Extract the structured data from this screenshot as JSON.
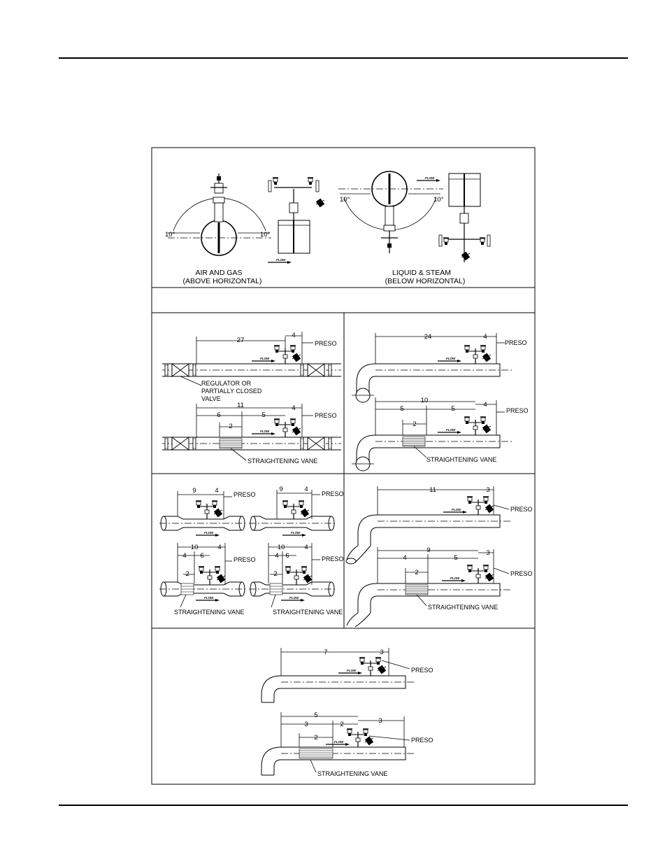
{
  "top_view": {
    "left_angle_1": "10°",
    "left_angle_2": "10°",
    "left_caption_1": "AIR  AND  GAS",
    "left_caption_2": "(ABOVE  HORIZONTAL)",
    "right_angle_1": "10°",
    "right_angle_2": "10°",
    "right_caption_1": "LIQUID  &  STEAM",
    "right_caption_2": "(BELOW  HORIZONTAL)"
  },
  "labels": {
    "preso": "PRESO",
    "flow": "FLOW",
    "straightening_vane": "STRAIGHTENING  VANE",
    "regulator_1": "REGULATOR  OR",
    "regulator_2": "PARTIALLY  CLOSED",
    "regulator_3": "VALVE"
  },
  "panel_a": {
    "top_run": "27",
    "top_down": "4",
    "bot_total": "11",
    "bot_up": "6",
    "bot_mid": "5",
    "bot_down": "4",
    "vane_gap": "2"
  },
  "panel_b": {
    "top_run": "24",
    "top_down": "4",
    "bot_total": "10",
    "bot_up": "5",
    "bot_mid": "5",
    "bot_down": "4",
    "vane_gap": "2"
  },
  "panel_c": {
    "tl_up": "9",
    "tl_down": "4",
    "tr_up": "9",
    "tr_down": "4",
    "bl_total": "10",
    "bl_down": "4",
    "bl_a": "4",
    "bl_b": "6",
    "bl_gap": "2",
    "br_total": "10",
    "br_down": "4",
    "br_a": "4",
    "br_b": "6",
    "br_gap": "2"
  },
  "panel_d": {
    "top_run": "11",
    "top_down": "3",
    "bot_total": "9",
    "bot_up": "4",
    "bot_mid": "5",
    "bot_down": "3",
    "vane_gap": "2"
  },
  "panel_e": {
    "top_run": "7",
    "top_down": "3",
    "bot_total": "5",
    "bot_up": "3",
    "bot_mid": "2",
    "bot_down": "3",
    "vane_gap": "2"
  }
}
